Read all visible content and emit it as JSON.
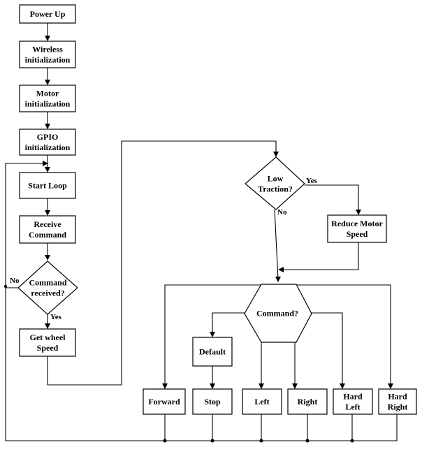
{
  "nodes": {
    "power_up": [
      "Power Up"
    ],
    "wireless_init": [
      "Wireless",
      "initialization"
    ],
    "motor_init": [
      "Motor",
      "initialization"
    ],
    "gpio_init": [
      "GPIO",
      "initialization"
    ],
    "start_loop": [
      "Start Loop"
    ],
    "receive_command": [
      "Receive",
      "Command"
    ],
    "command_received": [
      "Command",
      "received?"
    ],
    "get_wheel_speed": [
      "Get wheel",
      "Speed"
    ],
    "low_traction": [
      "Low",
      "Traction?"
    ],
    "reduce_motor_speed": [
      "Reduce Motor",
      "Speed"
    ],
    "command_switch": [
      "Command?"
    ],
    "default": [
      "Default"
    ],
    "forward": [
      "Forward"
    ],
    "stop": [
      "Stop"
    ],
    "left": [
      "Left"
    ],
    "right": [
      "Right"
    ],
    "hard_left": [
      "Hard",
      "Left"
    ],
    "hard_right": [
      "Hard",
      "Right"
    ]
  },
  "edge_labels": {
    "received_no": "No",
    "received_yes": "Yes",
    "traction_yes": "Yes",
    "traction_no": "No"
  }
}
